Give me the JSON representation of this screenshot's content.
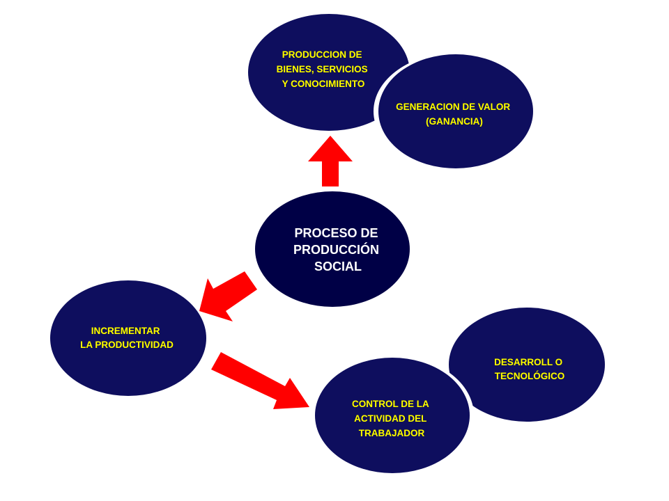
{
  "colors": {
    "node_fill": "#0e0e5e",
    "center_fill": "#000046",
    "node_text": "#ffff00",
    "center_text": "#ffffff",
    "arrow": "#ff0000",
    "halo": "#ffffff"
  },
  "center": {
    "lines": [
      "PROCESO DE",
      "PRODUCCIÓN",
      "SOCIAL"
    ]
  },
  "nodes": {
    "produccion": {
      "lines": [
        "PRODUCCION DE",
        "BIENES, SERVICIOS",
        "Y CONOCIMIENTO"
      ]
    },
    "generacion": {
      "lines": [
        "GENERACION DE VALOR",
        "(GANANCIA)"
      ]
    },
    "incrementar": {
      "lines": [
        "INCREMENTAR",
        "LA PRODUCTIVIDAD"
      ]
    },
    "control": {
      "lines": [
        "CONTROL DE LA",
        "ACTIVIDAD DEL",
        "TRABAJADOR"
      ]
    },
    "desarrollo": {
      "lines": [
        "DESARROLL O",
        "TECNOLÓGICO"
      ]
    }
  }
}
